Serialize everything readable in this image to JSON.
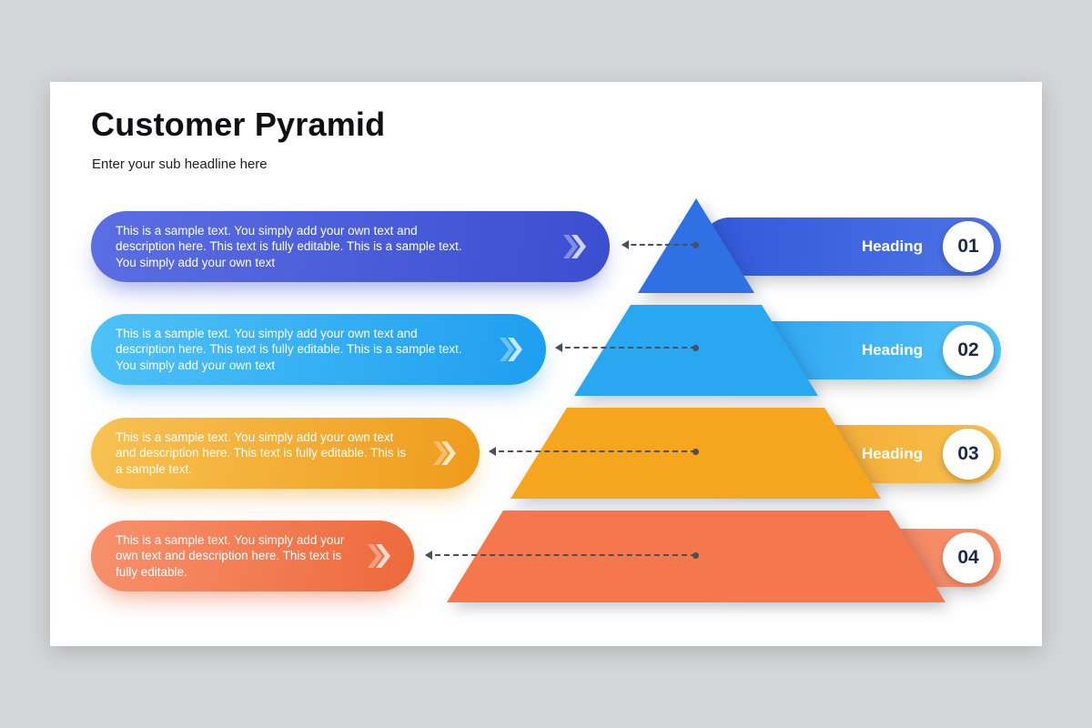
{
  "page": {
    "background": "#d4d5d8",
    "slide_background": "#ffffff"
  },
  "header": {
    "title": "Customer Pyramid",
    "subtitle": "Enter your sub headline here"
  },
  "icons": {
    "pill_arrow": "double-chevron-right"
  },
  "connector": {
    "color": "#4a505c",
    "style": "dashed"
  },
  "circle": {
    "text_color": "#1b2848"
  },
  "rows": [
    {
      "number": "01",
      "heading": "Heading",
      "description": "This is a sample text. You simply add your own text and description here. This text is fully editable. This is a sample text. You simply add your own text",
      "pill_gradient_start": "#5B6EE3",
      "pill_gradient_end": "#3A4ED0",
      "pyramid_color": "#2F70E4",
      "bar_gradient_start": "#3159DA",
      "bar_gradient_end": "#4E73E6"
    },
    {
      "number": "02",
      "heading": "Heading",
      "description": "This is a sample text. You simply add your own text and description here. This text is fully editable. This is a sample text. You simply add your own text",
      "pill_gradient_start": "#4FC2F7",
      "pill_gradient_end": "#1E9EF0",
      "pyramid_color": "#2AA7F1",
      "bar_gradient_start": "#249FF0",
      "bar_gradient_end": "#54C3F7"
    },
    {
      "number": "03",
      "heading": "Heading",
      "description": "This is a sample text. You simply add your own text and description here. This text is fully editable. This is a sample text.",
      "pill_gradient_start": "#F8C253",
      "pill_gradient_end": "#EF9B1B",
      "pyramid_color": "#F6A51E",
      "bar_gradient_start": "#F0A021",
      "bar_gradient_end": "#F8C050"
    },
    {
      "number": "04",
      "description": "This is a sample text. You simply add your own text and description here. This text is fully editable.",
      "pill_gradient_start": "#F8916D",
      "pill_gradient_end": "#ED693B",
      "pyramid_color": "#F4774E",
      "bar_gradient_start": "#EF7349",
      "bar_gradient_end": "#F8936F"
    }
  ]
}
